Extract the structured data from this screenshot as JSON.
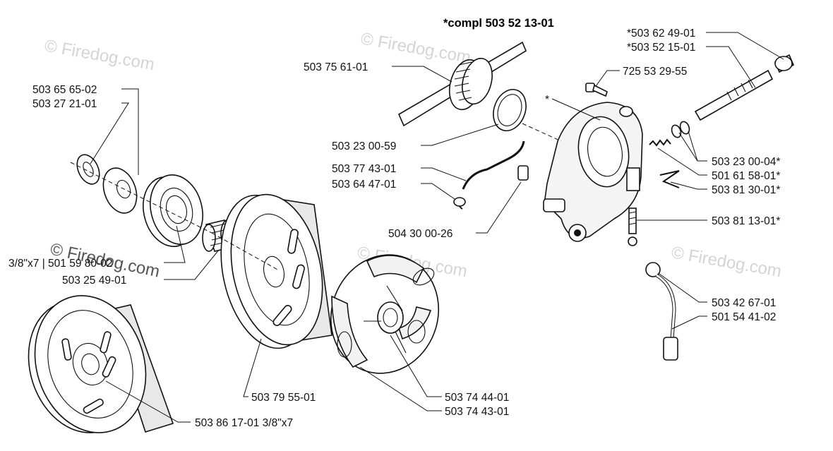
{
  "header": {
    "title": "*compl 503 52 13-01"
  },
  "watermark": {
    "text": "© Firedog.com"
  },
  "labels": {
    "l_503756101": "503 75 61-01",
    "l_503656502": "503 65 65-02",
    "l_503272101": "503 27 21-01",
    "l_503230059": "503 23 00-59",
    "l_503774301": "503 77 43-01",
    "l_503644701": "503 64 47-01",
    "l_504300026": "504 30 00-26",
    "l_503624901": "*503 62 49-01",
    "l_503521501": "*503 52 15-01",
    "l_725532955": "725 53 29-55",
    "l_star": "*",
    "l_503230004": "503 23 00-04*",
    "l_501615801": "501 61 58-01*",
    "l_503813001": "503 81 30-01*",
    "l_503811301": "503 81 13-01*",
    "l_501598002": "3/8\"x7 | 501 59 80-02",
    "l_503254901": "503 25 49-01",
    "l_503426701": "503 42 67-01",
    "l_501544102": "501 54 41-02",
    "l_503795501": "503 79 55-01",
    "l_503744401": "503 74 44-01",
    "l_503744301": "503 74 43-01",
    "l_503861701": "503 86 17-01 3/8\"x7"
  }
}
